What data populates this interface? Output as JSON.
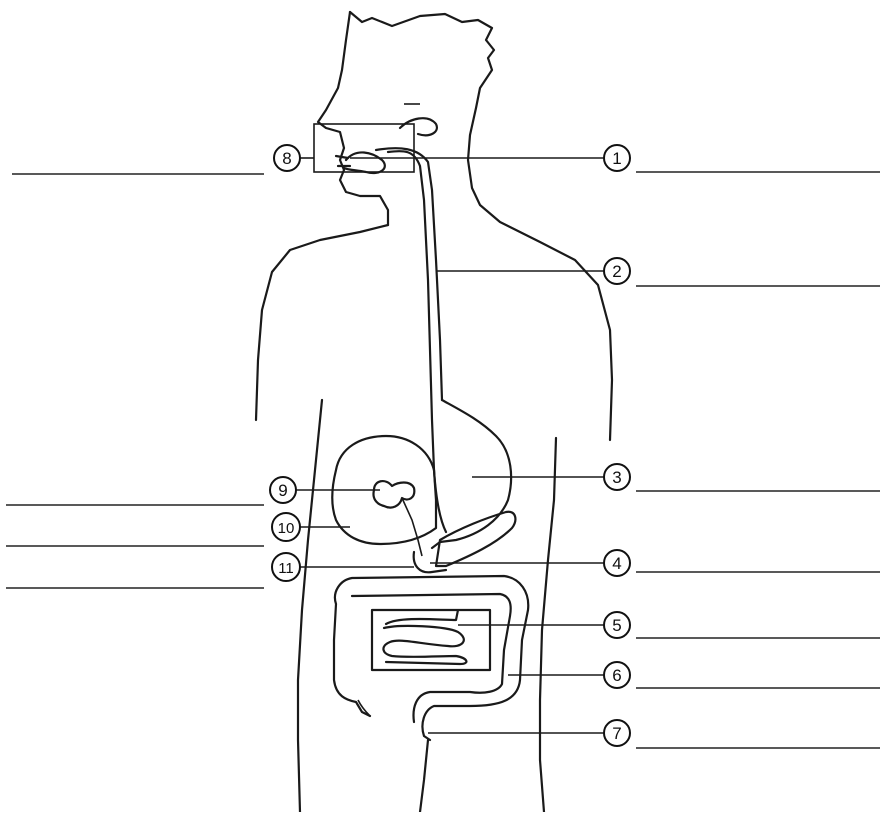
{
  "diagram": {
    "labels": [
      {
        "number": "1"
      },
      {
        "number": "2"
      },
      {
        "number": "3"
      },
      {
        "number": "4"
      },
      {
        "number": "5"
      },
      {
        "number": "6"
      },
      {
        "number": "7"
      },
      {
        "number": "8"
      },
      {
        "number": "9"
      },
      {
        "number": "10"
      },
      {
        "number": "11"
      }
    ],
    "answer_blanks": [
      "",
      "",
      "",
      "",
      "",
      "",
      "",
      "",
      "",
      "",
      ""
    ]
  }
}
